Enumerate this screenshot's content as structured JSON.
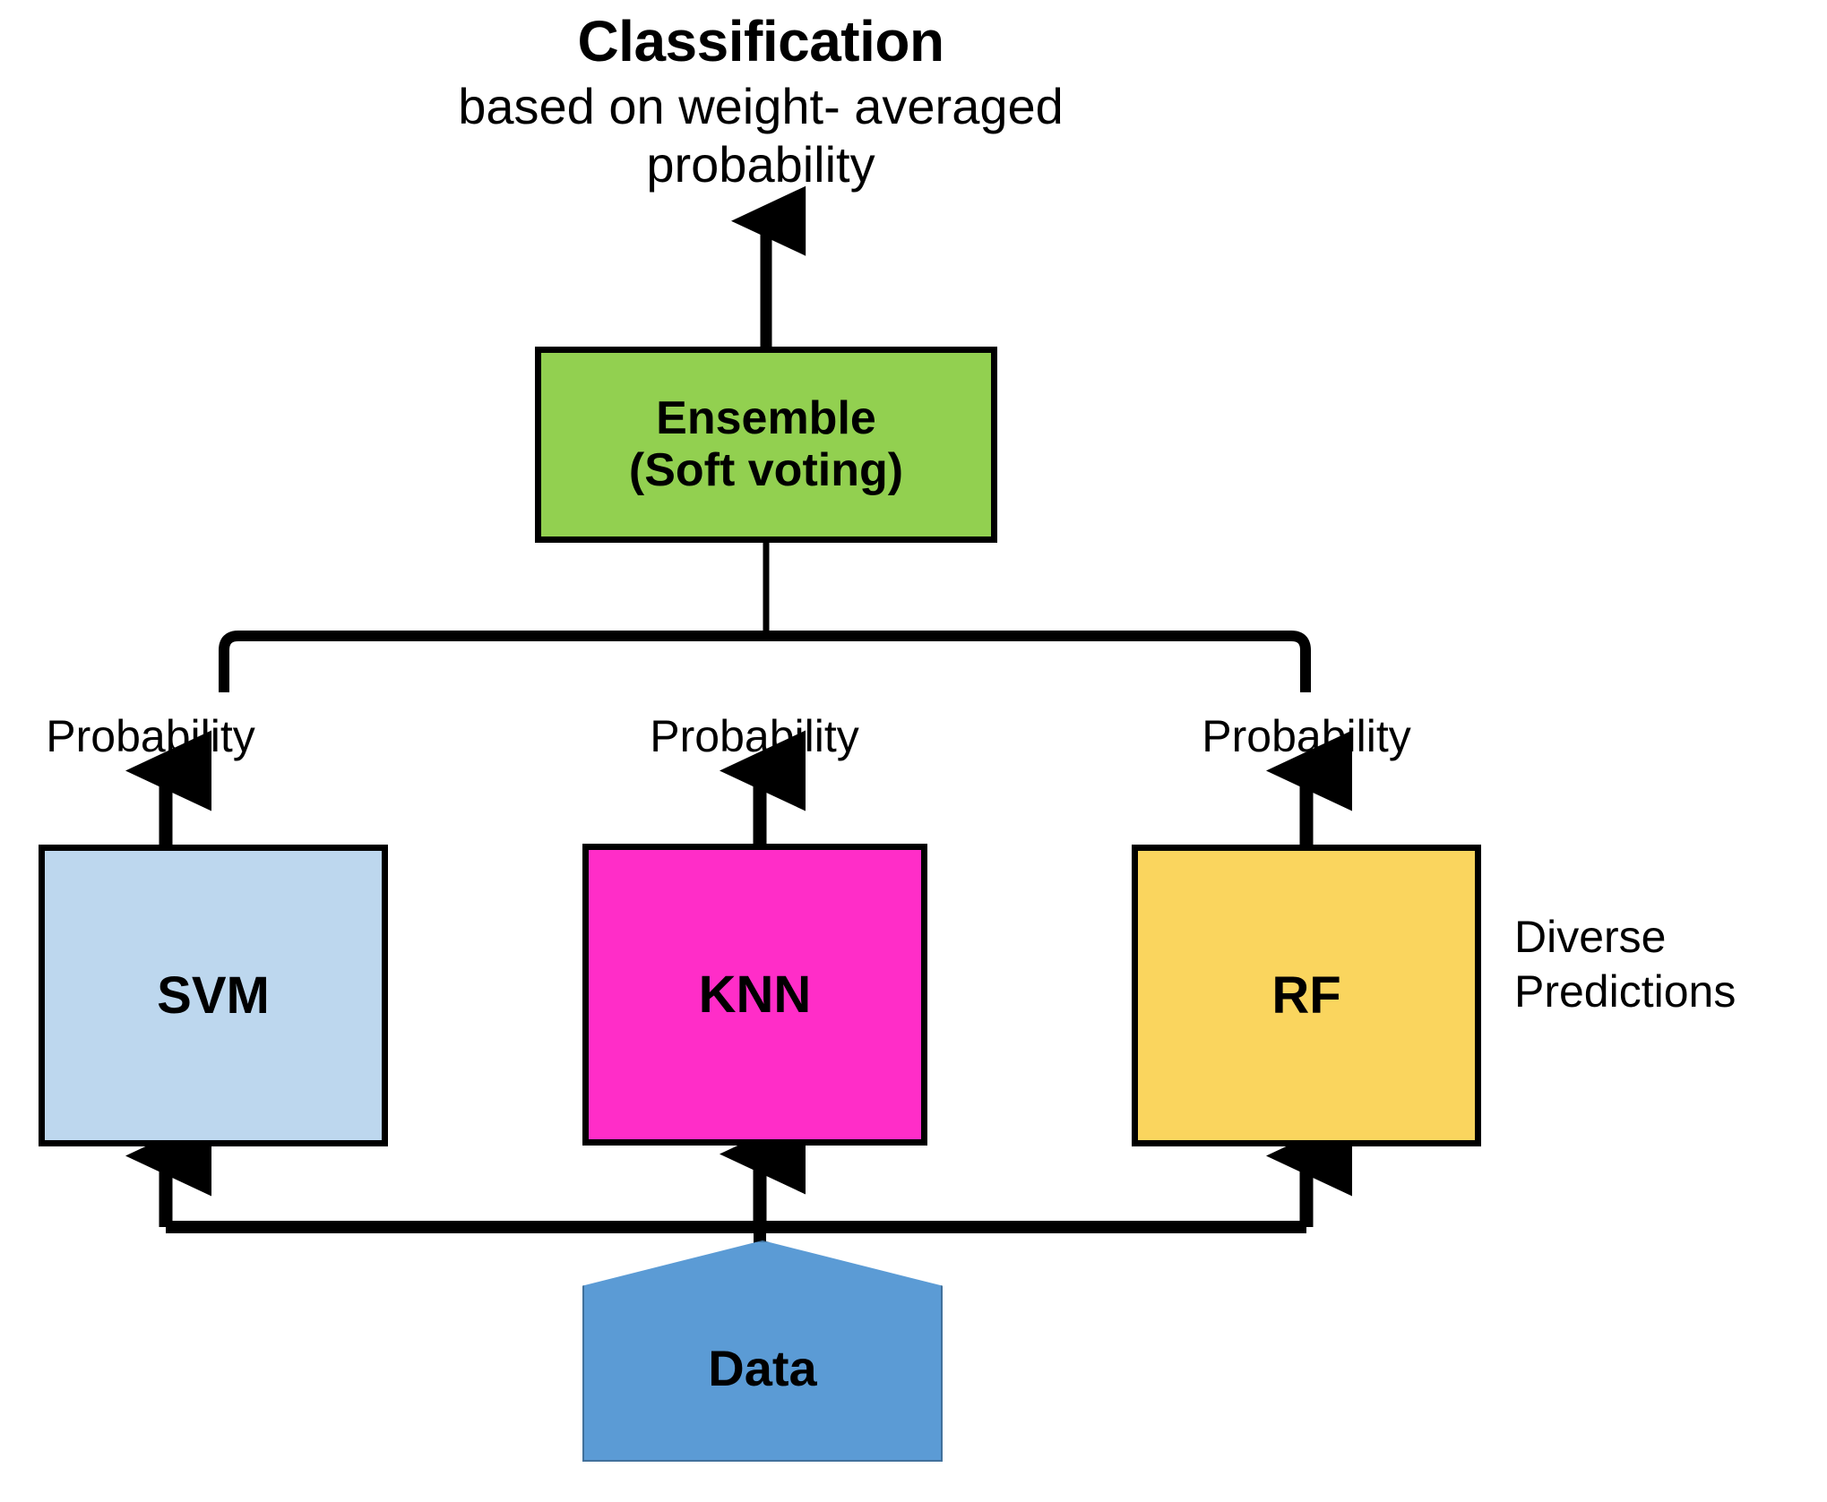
{
  "diagram": {
    "title": {
      "heading": "Classification",
      "subtitle_line1": "based on weight- averaged",
      "subtitle_line2": "probability"
    },
    "nodes": {
      "ensemble": {
        "line1": "Ensemble",
        "line2": "(Soft voting)",
        "color": "#92d050"
      },
      "svm": {
        "label": "SVM",
        "color": "#bdd7ee"
      },
      "knn": {
        "label": "KNN",
        "color": "#ff2dc8"
      },
      "rf": {
        "label": "RF",
        "color": "#fad55e"
      },
      "data": {
        "label": "Data",
        "color": "#5b9bd5"
      }
    },
    "edge_labels": {
      "probability_svm": "Probability",
      "probability_knn": "Probability",
      "probability_rf": "Probability"
    },
    "annotations": {
      "diverse_line1": "Diverse",
      "diverse_line2": "Predictions"
    },
    "colors": {
      "stroke": "#000000",
      "background": "#ffffff",
      "ensemble_green": "#92d050",
      "svm_blue": "#bdd7ee",
      "knn_magenta": "#ff2dc8",
      "rf_yellow": "#fad55e",
      "data_blue": "#5b9bd5"
    }
  }
}
